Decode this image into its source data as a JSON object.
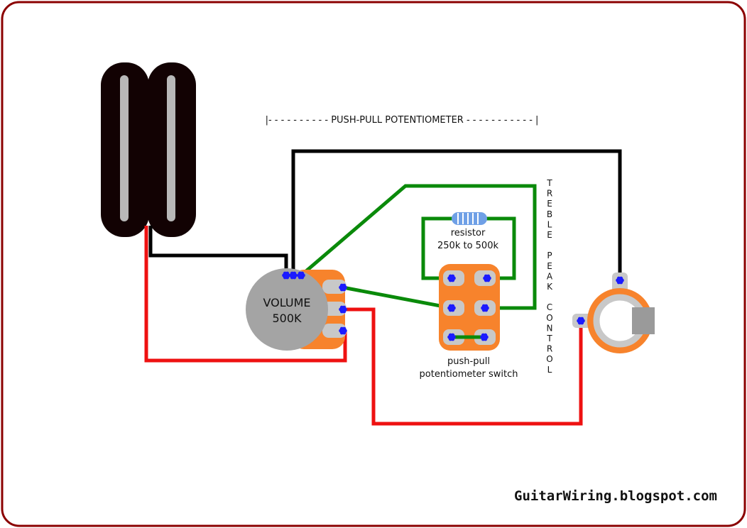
{
  "colors": {
    "frame": "#8b0000",
    "pickup": "#120203",
    "pole_bar": "#b8b8b8",
    "wire_black": "#000000",
    "wire_red": "#ee1111",
    "wire_green": "#0a8a0a",
    "pot_body": "#a4a4a4",
    "orange": "#f7832c",
    "lug": "#c8c8c8",
    "solder": "#1b1bff",
    "resistor": "#6fa0e6"
  },
  "labels": {
    "push_pull_header": "|- - - - - - - - - -  PUSH-PULL POTENTIOMETER  - - - - - - - - - - -  |",
    "resistor": "resistor",
    "resistor_range": "250k to 500k",
    "volume": "VOLUME",
    "volume_value": "500K",
    "switch_line1": "push-pull",
    "switch_line2": "potentiometer switch",
    "treble_control": [
      "T",
      "R",
      "E",
      "B",
      "L",
      "E",
      "",
      "P",
      "E",
      "A",
      "K",
      "",
      "C",
      "O",
      "N",
      "T",
      "R",
      "O",
      "L"
    ],
    "brand": "GuitarWiring.blogspot.com"
  },
  "icons": {
    "pickup": "humbucker-pickup-icon",
    "pot": "potentiometer-icon",
    "switch": "dpdt-switch-icon",
    "jack": "output-jack-icon",
    "resistor": "resistor-icon"
  }
}
